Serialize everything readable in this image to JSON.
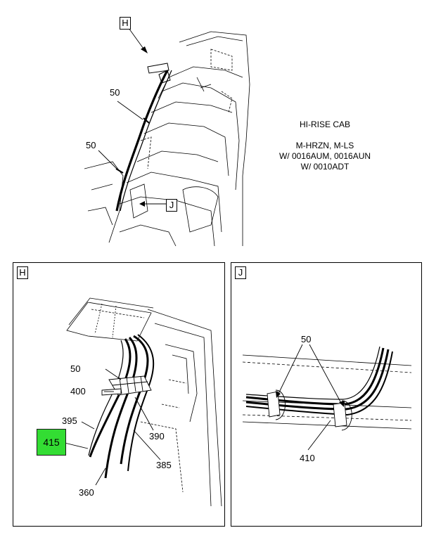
{
  "main_view": {
    "view_letter_h": "H",
    "view_letter_j": "J",
    "callouts": [
      "50",
      "50"
    ]
  },
  "info_block": {
    "lines": [
      "HI-RISE CAB",
      "",
      "M-HRZN, M-LS",
      "W/ 0016AUM, 0016AUN",
      "W/ 0010ADT"
    ]
  },
  "detail_h": {
    "title": "H",
    "callouts": {
      "c50": "50",
      "c400": "400",
      "c395": "395",
      "c415": "415",
      "c390": "390",
      "c385": "385",
      "c360": "360"
    },
    "highlight_color": "#33dd33"
  },
  "detail_j": {
    "title": "J",
    "callouts": {
      "c50": "50",
      "c410": "410"
    }
  }
}
